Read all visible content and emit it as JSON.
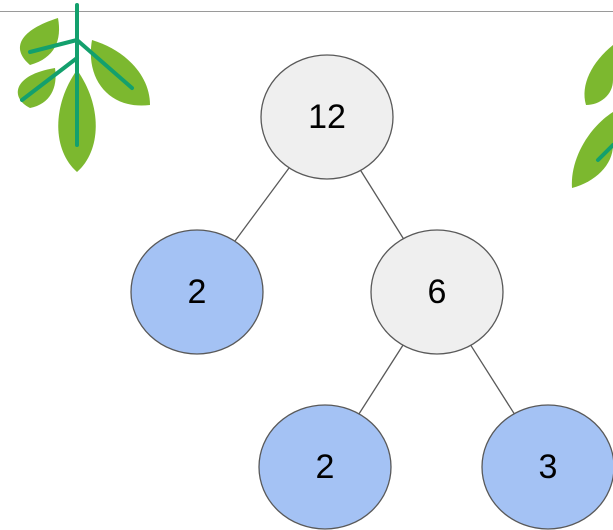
{
  "diagram": {
    "type": "binary-tree",
    "colors": {
      "internal_fill": "#efefef",
      "leaf_fill": "#a4c2f4",
      "node_stroke": "#595959",
      "edge_stroke": "#595959",
      "leaf_color": "#7cb82f",
      "vein_color": "#13a06d"
    },
    "nodes": [
      {
        "id": "root",
        "label": "12",
        "kind": "internal"
      },
      {
        "id": "left",
        "label": "2",
        "kind": "leaf"
      },
      {
        "id": "right",
        "label": "6",
        "kind": "internal"
      },
      {
        "id": "right-left",
        "label": "2",
        "kind": "leaf"
      },
      {
        "id": "right-right",
        "label": "3",
        "kind": "leaf"
      }
    ],
    "edges": [
      {
        "from": "root",
        "to": "left"
      },
      {
        "from": "root",
        "to": "right"
      },
      {
        "from": "right",
        "to": "right-left"
      },
      {
        "from": "right",
        "to": "right-right"
      }
    ],
    "decorations": [
      "leaf-branch-icon",
      "leaf-branch-icon-partial"
    ]
  }
}
